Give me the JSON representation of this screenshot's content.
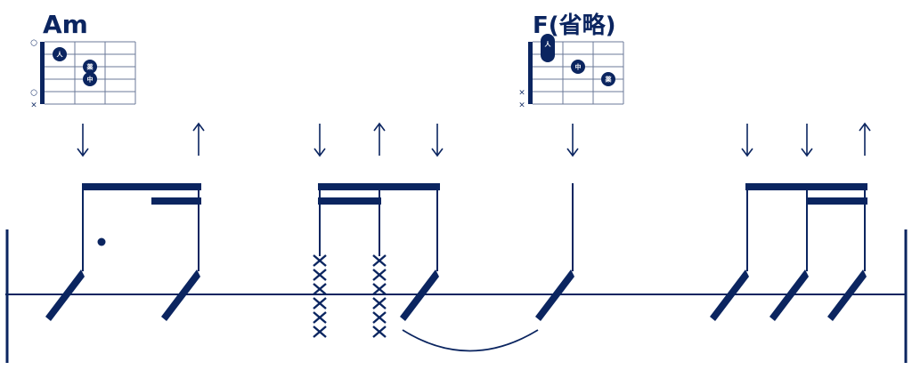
{
  "colors": {
    "ink": "#0b2560",
    "background": "#ffffff",
    "grid": "#6b7a99"
  },
  "chords": [
    {
      "name": "Am",
      "string_marks": [
        {
          "string": 1,
          "mark": "○"
        },
        {
          "string": 5,
          "mark": "○"
        },
        {
          "string": 6,
          "mark": "×"
        }
      ],
      "fingers": [
        {
          "string": 2,
          "fret": 1,
          "label": "人"
        },
        {
          "string": 3,
          "fret": 2,
          "label": "薬"
        },
        {
          "string": 4,
          "fret": 2,
          "label": "中"
        }
      ]
    },
    {
      "name": "F(省略)",
      "string_marks": [
        {
          "string": 5,
          "mark": "×"
        },
        {
          "string": 6,
          "mark": "×"
        }
      ],
      "barre": {
        "fret": 1,
        "from_string": 1,
        "to_string": 2,
        "label": "人"
      },
      "fingers": [
        {
          "string": 3,
          "fret": 2,
          "label": "中"
        },
        {
          "string": 4,
          "fret": 3,
          "label": "薬"
        }
      ]
    }
  ],
  "strokes": [
    "down",
    "up",
    "down",
    "up",
    "down",
    "down",
    "down",
    "down",
    "up"
  ],
  "rhythm_notes": [
    {
      "head": "slash"
    },
    {
      "head": "slash"
    },
    {
      "head": "x"
    },
    {
      "head": "x"
    },
    {
      "head": "slash"
    },
    {
      "head": "slash"
    },
    {
      "head": "slash"
    },
    {
      "head": "slash"
    },
    {
      "head": "slash"
    }
  ],
  "glyphs": {
    "down": "↓",
    "up": "↑"
  }
}
